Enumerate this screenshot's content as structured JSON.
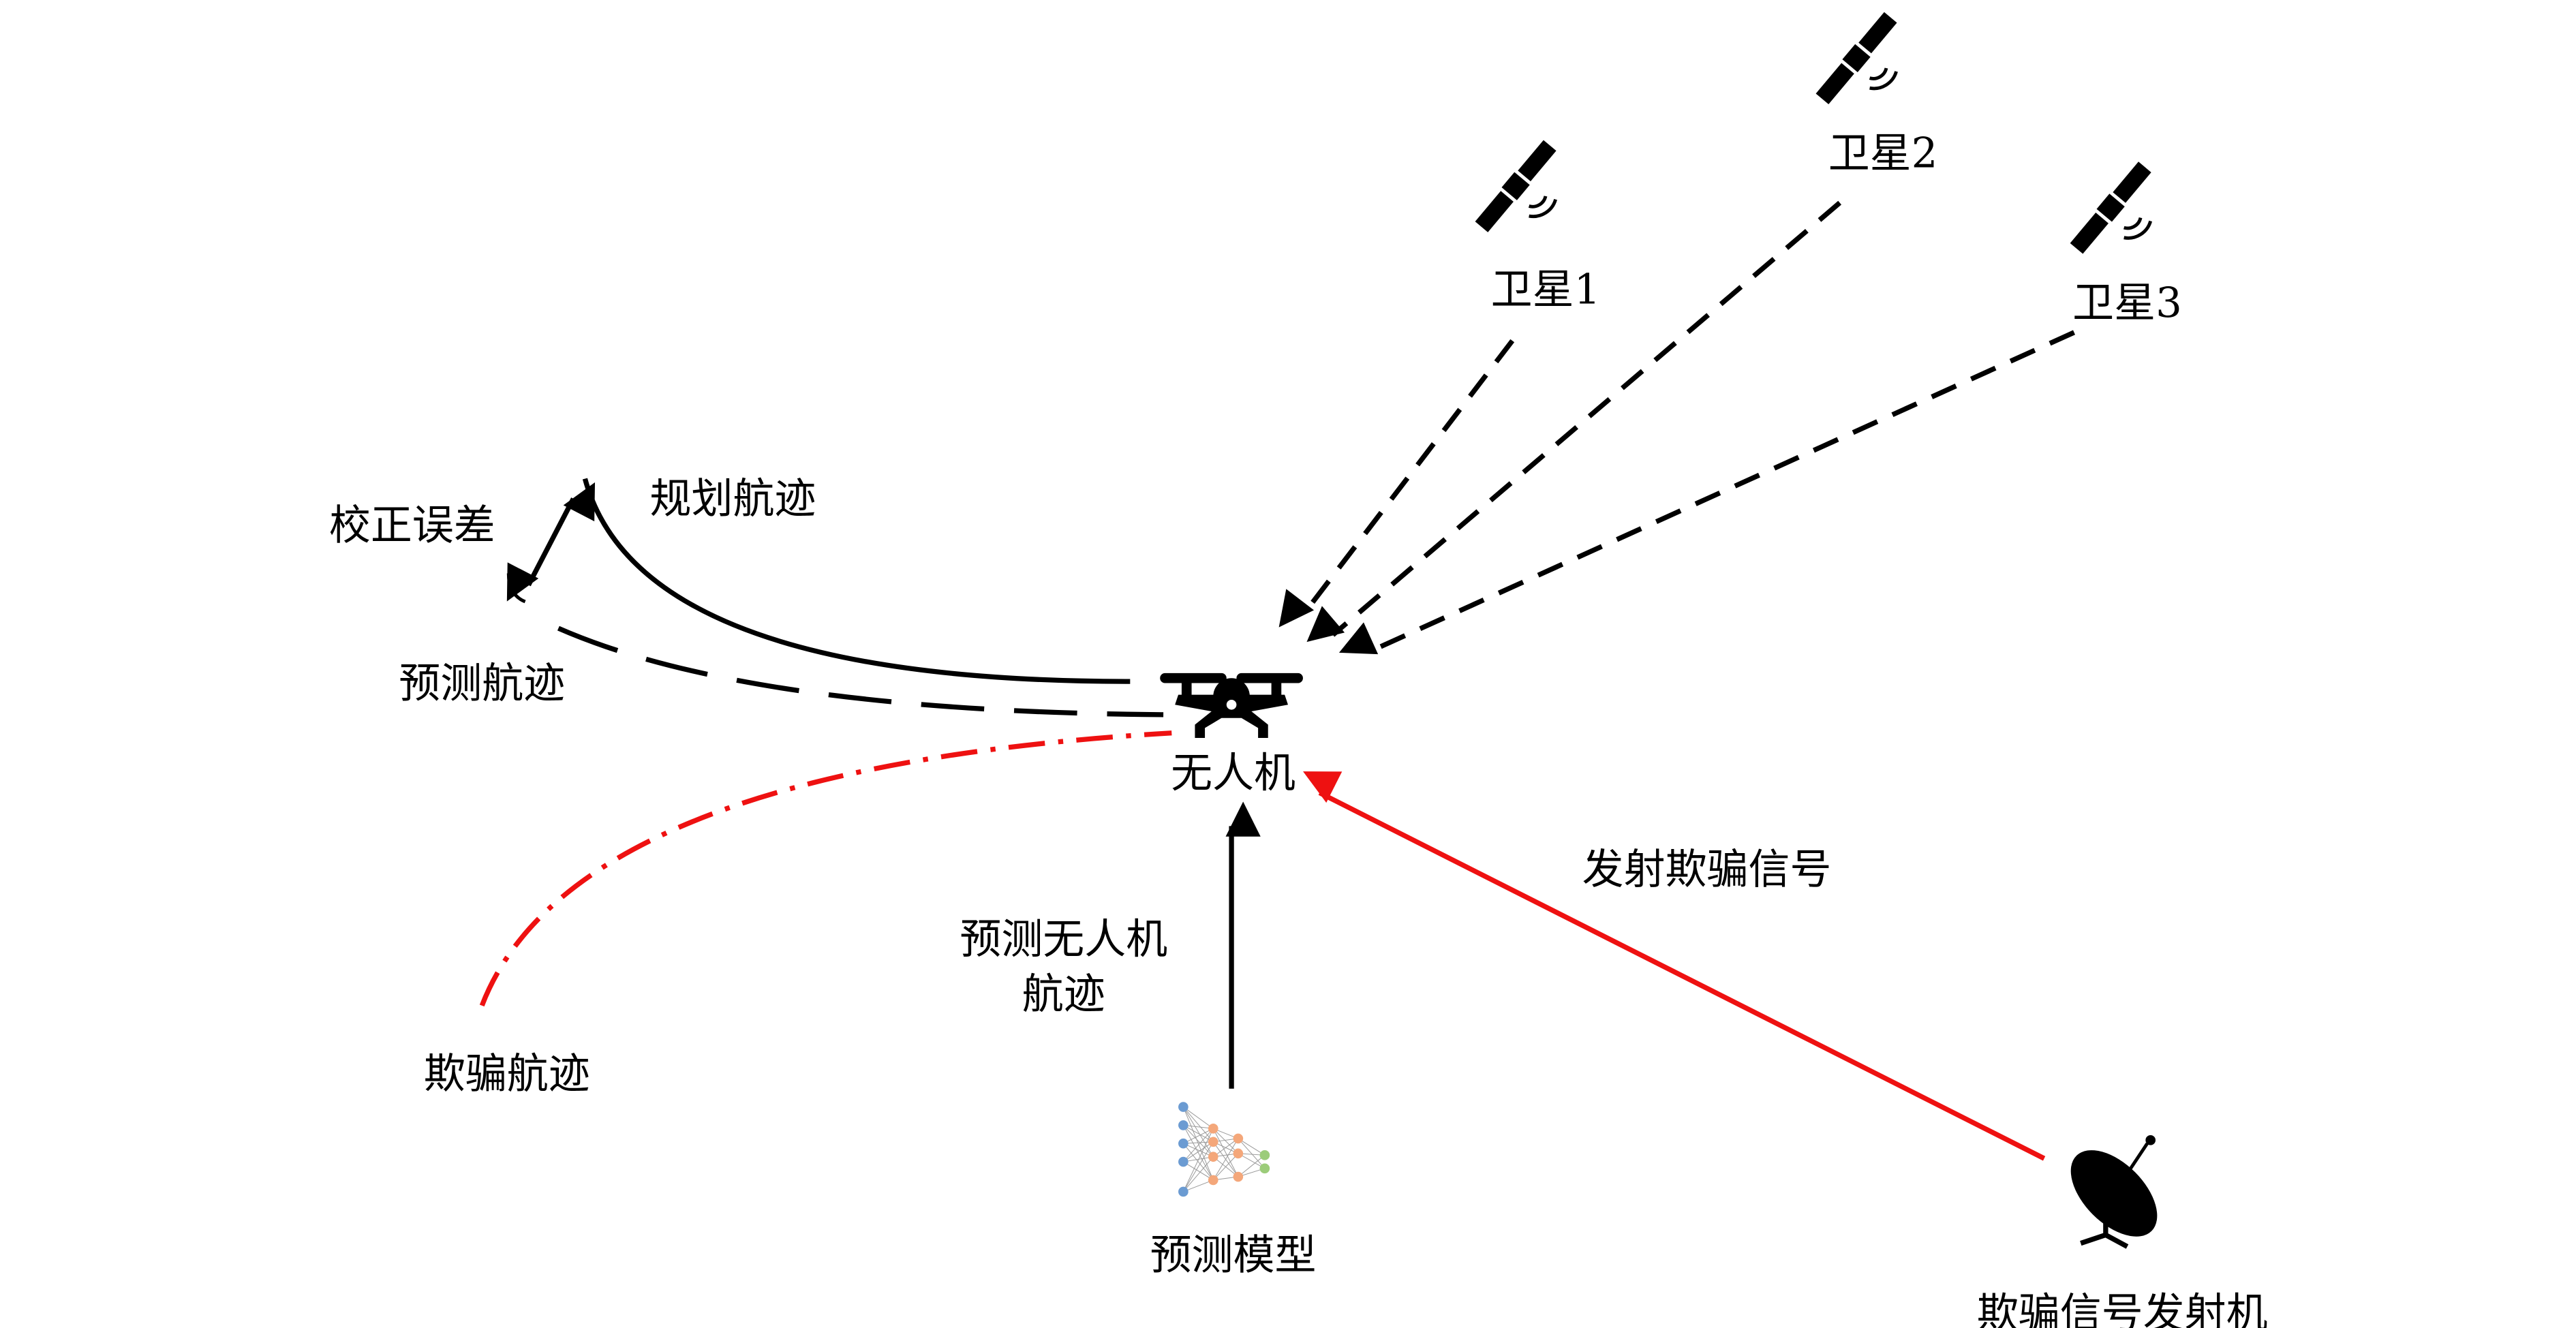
{
  "satellites": [
    {
      "label": "卫星1",
      "icon": "satellite-icon"
    },
    {
      "label": "卫星2",
      "icon": "satellite-icon"
    },
    {
      "label": "卫星3",
      "icon": "satellite-icon"
    }
  ],
  "drone": {
    "label": "无人机",
    "icon": "drone-icon"
  },
  "trajectories": {
    "planned": "规划航迹",
    "predicted": "预测航迹",
    "spoofed": "欺骗航迹",
    "correction": "校正误差"
  },
  "prediction": {
    "arrow_label_line1": "预测无人机",
    "arrow_label_line2": "航迹",
    "model_label": "预测模型",
    "icon": "neural-network-icon"
  },
  "spoofer": {
    "arrow_label": "发射欺骗信号",
    "label": "欺骗信号发射机",
    "icon": "satellite-dish-icon"
  },
  "colors": {
    "spoof": "#ee1111",
    "line": "#000000",
    "nn_input": "#6b9bd2",
    "nn_hidden": "#f4a77a",
    "nn_output": "#9ccc7a"
  }
}
